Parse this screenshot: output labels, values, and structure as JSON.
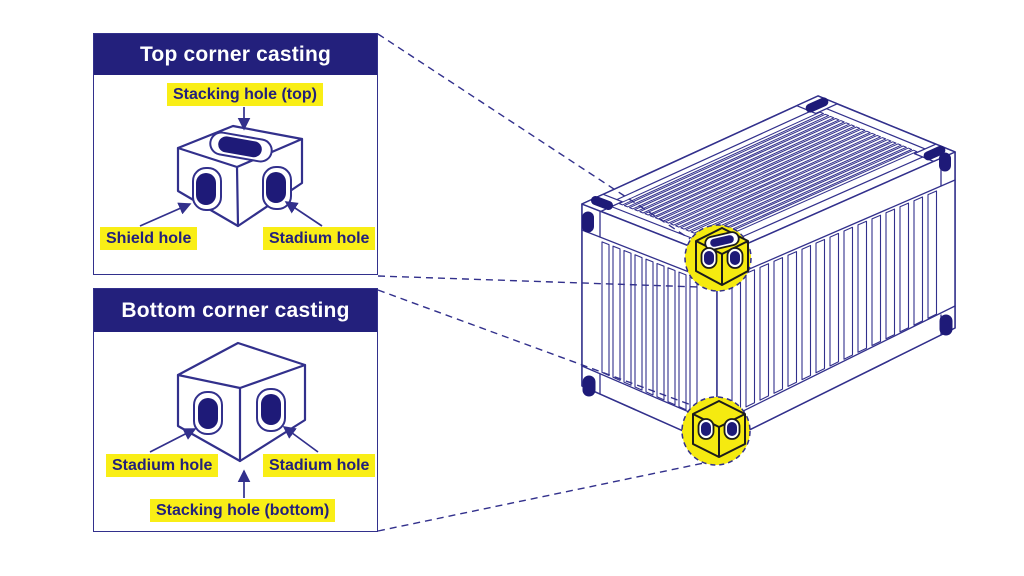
{
  "panels": [
    {
      "title": "Top corner casting",
      "labels": {
        "top": "Stacking hole (top)",
        "left": "Shield hole",
        "right": "Stadium hole"
      }
    },
    {
      "title": "Bottom corner casting",
      "labels": {
        "left": "Stadium hole",
        "right": "Stadium hole",
        "bottom": "Stacking hole (bottom)"
      }
    }
  ],
  "colors": {
    "line_navy": "#32308c",
    "hole_navy": "#1e1a78",
    "header_bg": "#23207c",
    "label_yellow": "#f9ee16",
    "highlight_yellow": "#f5ea10"
  },
  "figure": {
    "subject": "Isometric line drawing of a shipping container",
    "highlighted_parts": [
      "top corner casting",
      "bottom corner casting"
    ]
  }
}
